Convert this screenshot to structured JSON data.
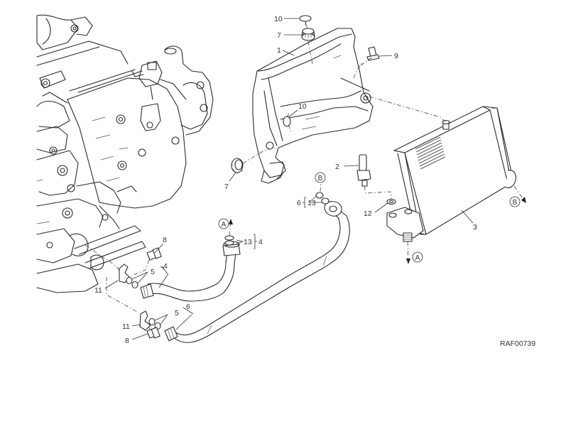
{
  "diagram": {
    "title": "Oil cooler exploded view",
    "reference_code": "RAF00739",
    "parts": [
      {
        "ref": "1",
        "name": "bracket"
      },
      {
        "ref": "2",
        "name": "sensor"
      },
      {
        "ref": "3",
        "name": "oil cooler"
      },
      {
        "ref": "4",
        "name": "hose (outlet)"
      },
      {
        "ref": "5",
        "name": "seal washer"
      },
      {
        "ref": "6",
        "name": "hose (inlet)"
      },
      {
        "ref": "7",
        "name": "grommet"
      },
      {
        "ref": "8",
        "name": "screw"
      },
      {
        "ref": "9",
        "name": "screw"
      },
      {
        "ref": "10",
        "name": "washer"
      },
      {
        "ref": "11",
        "name": "retaining plate"
      },
      {
        "ref": "12",
        "name": "seal washer"
      },
      {
        "ref": "13",
        "name": "seal washer"
      }
    ],
    "labels": {
      "l10_top": "10",
      "l7_top": "7",
      "l1": "1",
      "l9": "9",
      "l10_mid": "10",
      "l7_left": "7",
      "l2": "2",
      "l12": "12",
      "l3": "3",
      "l6_group": "6",
      "l13_b": "13",
      "l13_a": "13",
      "l4_group": "4",
      "l8_upper": "8",
      "l4": "4",
      "l5_upper": "5",
      "l11_upper": "11",
      "l6": "6",
      "l5_lower": "5",
      "l11_lower": "11",
      "l8_lower": "8"
    },
    "connection_markers": {
      "a_hose": "A",
      "b_hose": "B",
      "a_cooler": "A",
      "b_cooler": "B"
    }
  }
}
